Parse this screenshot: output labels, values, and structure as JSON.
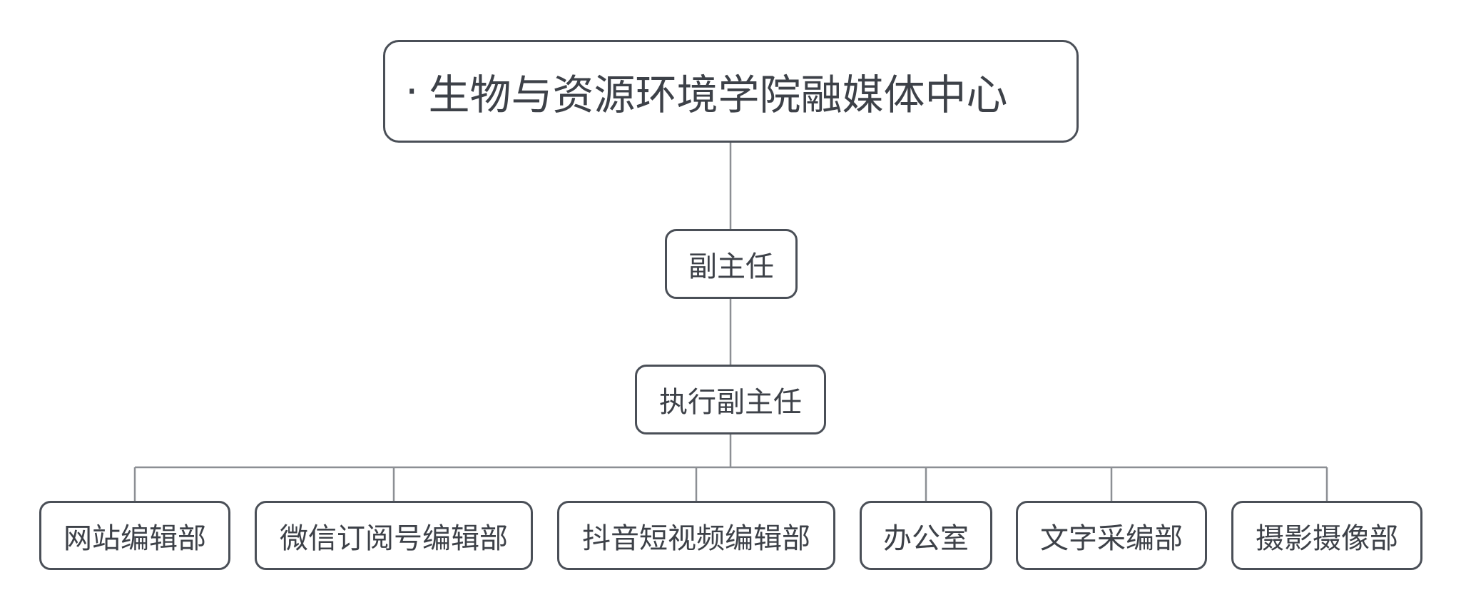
{
  "diagram": {
    "root": {
      "bullet": "·",
      "label": "生物与资源环境学院融媒体中心"
    },
    "deputy_director": {
      "label": "副主任"
    },
    "executive_deputy_director": {
      "label": "执行副主任"
    },
    "departments": [
      {
        "label": "网站编辑部"
      },
      {
        "label": "微信订阅号编辑部"
      },
      {
        "label": "抖音短视频编辑部"
      },
      {
        "label": "办公室"
      },
      {
        "label": "文字采编部"
      },
      {
        "label": "摄影摄像部"
      }
    ]
  },
  "colors": {
    "node_border": "#4a4f57",
    "node_text": "#3d4148",
    "connector": "#8c8f94",
    "background": "#ffffff"
  }
}
